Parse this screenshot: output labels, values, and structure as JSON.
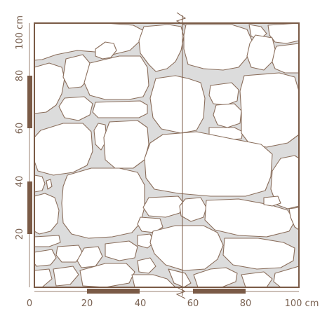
{
  "figure": {
    "x_labels": [
      "0",
      "20",
      "40",
      "60",
      "80",
      "100 cm"
    ],
    "y_labels": [
      "20",
      "40",
      "60",
      "80",
      "100 cm"
    ]
  },
  "colors": {
    "stone_fill": "#ffffff",
    "stone_outline": "#8a6e5c",
    "mortar": "#dcdcdc",
    "frame": "#7a5a46",
    "scale_bar": "#7a5a46",
    "label": "#7a6252"
  }
}
